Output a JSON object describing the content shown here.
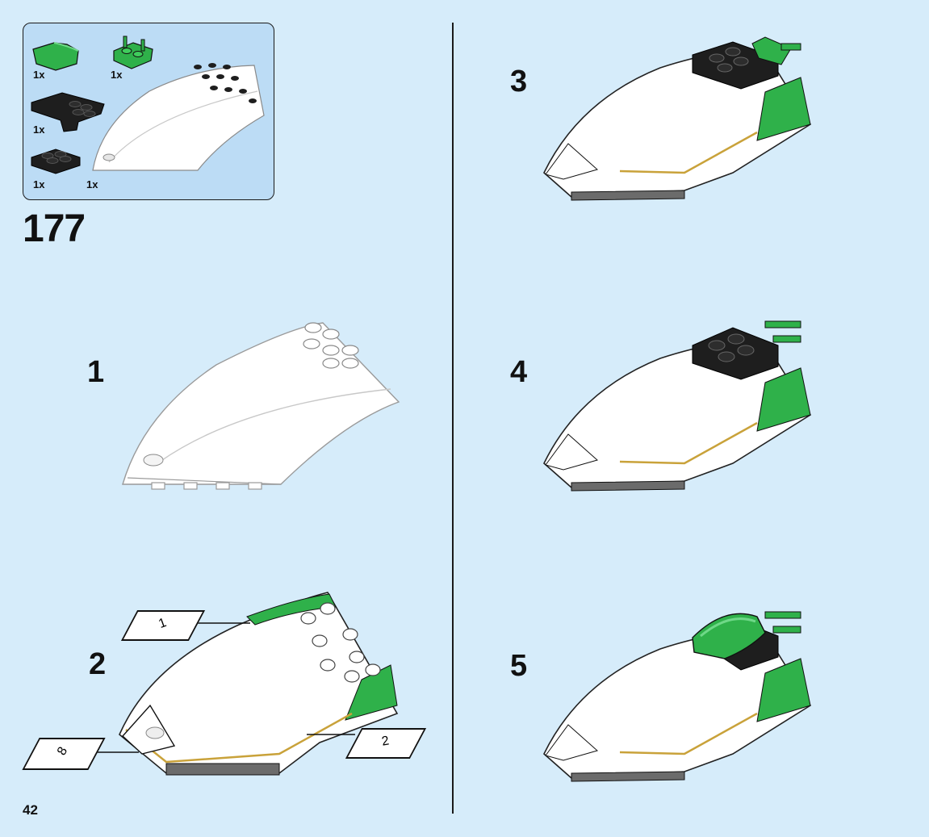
{
  "page": {
    "number": "42"
  },
  "parts_list": {
    "items": [
      {
        "qty": "1x",
        "part": "green-curved-slope-icon",
        "color": "#2fb14a"
      },
      {
        "qty": "1x",
        "part": "green-bar-holder-plate-icon",
        "color": "#2fb14a"
      },
      {
        "qty": "1x",
        "part": "black-wedge-plate-icon",
        "color": "#1e1e1e"
      },
      {
        "qty": "1x",
        "part": "black-2x2-plate-icon",
        "color": "#1e1e1e"
      },
      {
        "qty": "1x",
        "part": "trans-clear-windscreen-assembly-icon",
        "color": "#ffffff"
      }
    ]
  },
  "main_step": {
    "number": "177"
  },
  "substeps": [
    {
      "number": "1"
    },
    {
      "number": "2",
      "callouts": [
        "1",
        "8",
        "2"
      ]
    },
    {
      "number": "3"
    },
    {
      "number": "4"
    },
    {
      "number": "5"
    }
  ],
  "colors": {
    "background": "#d6ecfa",
    "parts_box": "#bcdcf5",
    "lego_green": "#2fb14a",
    "lego_black": "#1e1e1e",
    "lego_dark_gray": "#6b6b6b",
    "gold_trim": "#c9a23a"
  }
}
